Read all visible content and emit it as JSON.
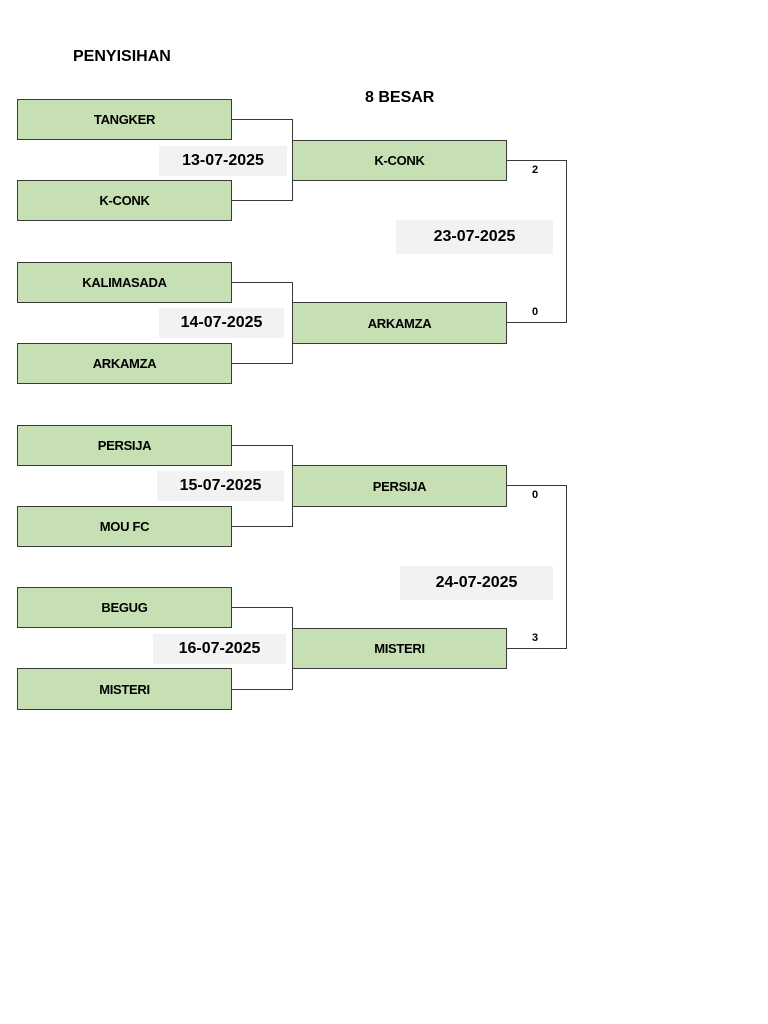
{
  "headings": {
    "round1": "PENYISIHAN",
    "round2": "8 BESAR"
  },
  "round1": {
    "teams": [
      "TANGKER",
      "K-CONK",
      "KALIMASADA",
      "ARKAMZA",
      "PERSIJA",
      "MOU FC",
      "BEGUG",
      "MISTERI"
    ],
    "dates": [
      "13-07-2025",
      "14-07-2025",
      "15-07-2025",
      "16-07-2025"
    ]
  },
  "round2": {
    "teams": [
      "K-CONK",
      "ARKAMZA",
      "PERSIJA",
      "MISTERI"
    ],
    "scores": [
      "2",
      "0",
      "0",
      "3"
    ],
    "dates": [
      "23-07-2025",
      "24-07-2025"
    ]
  },
  "colors": {
    "team_fill": "#c6e0b4",
    "date_fill": "#f2f2f2",
    "line": "#3a3a3a"
  }
}
